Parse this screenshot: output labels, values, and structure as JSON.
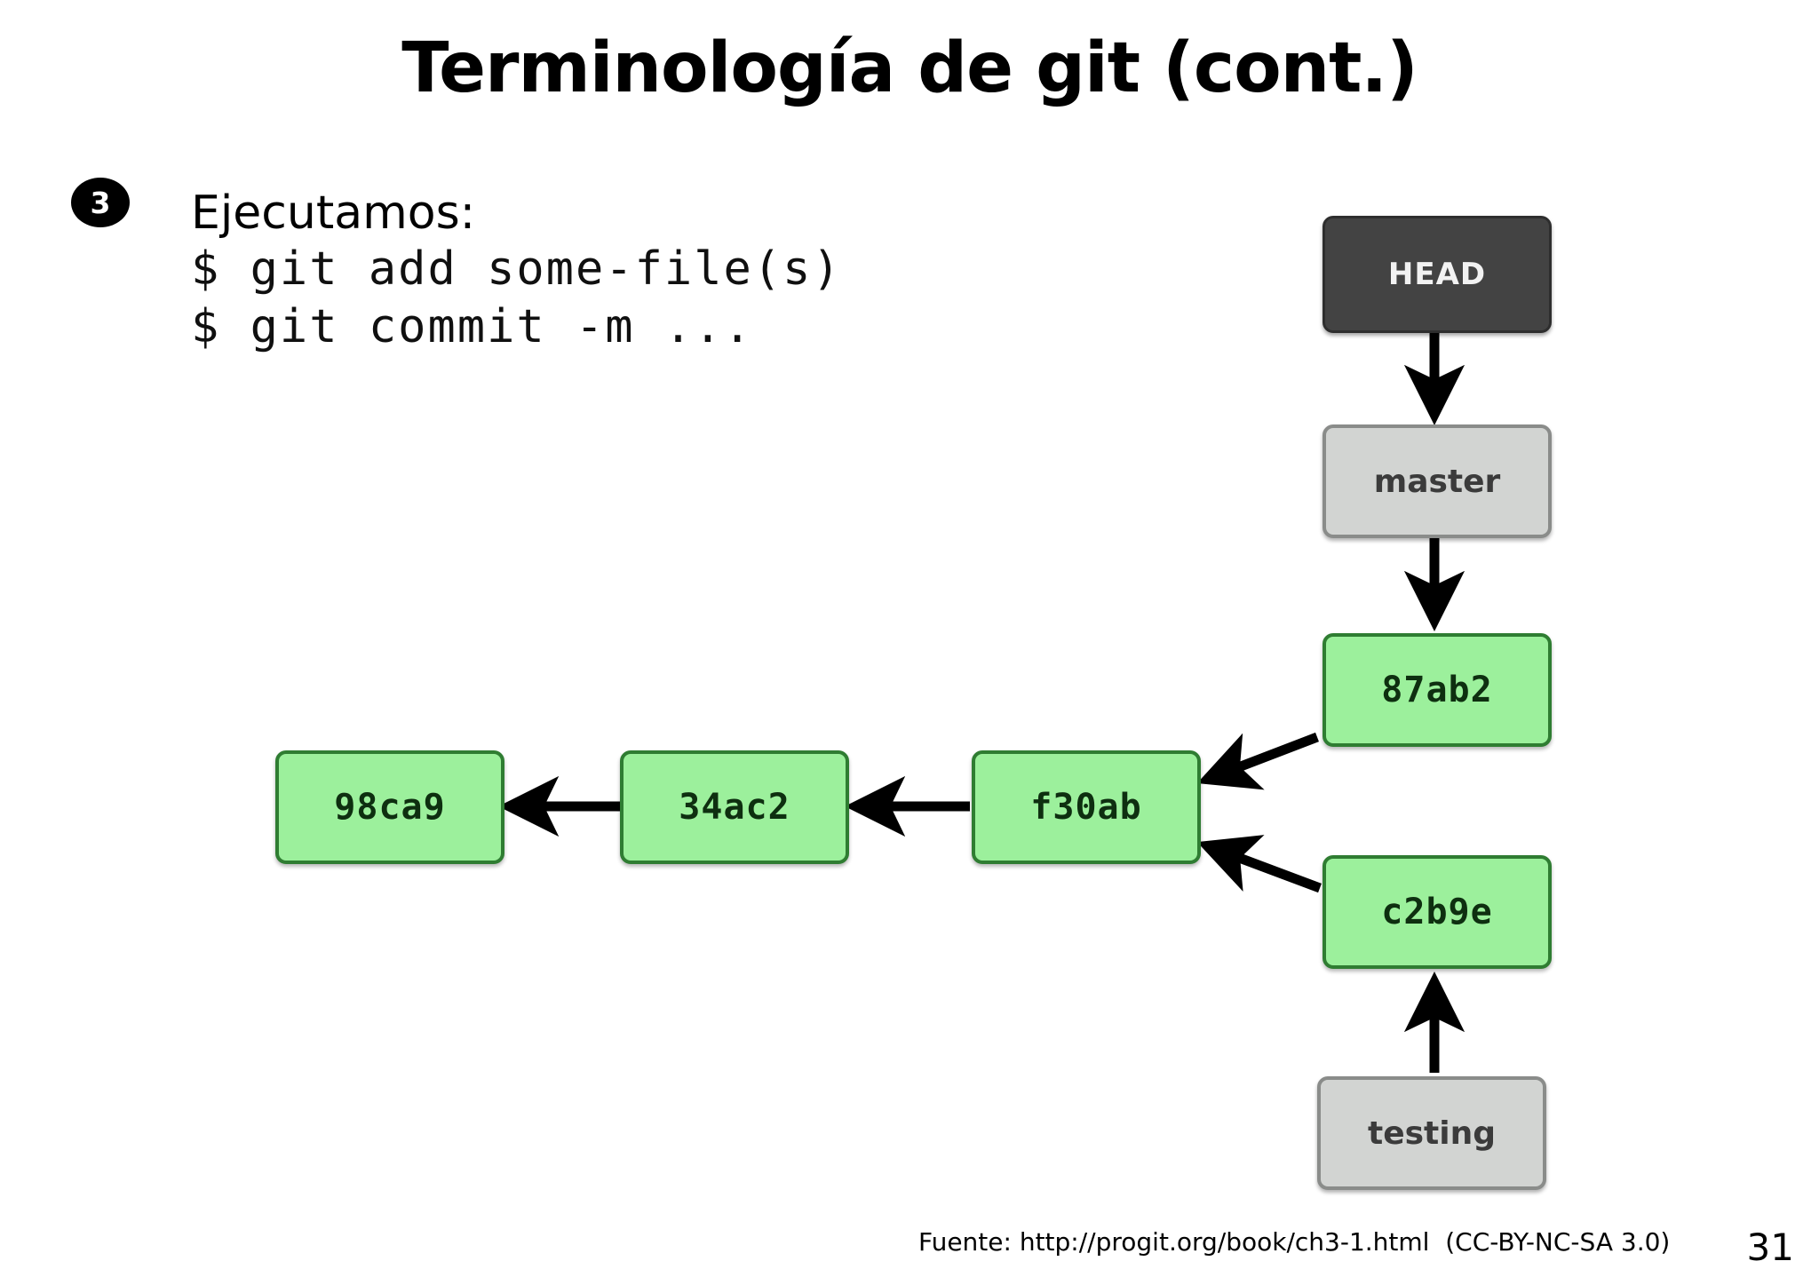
{
  "slide": {
    "title": "Terminología de git (cont.)",
    "page_number": "31",
    "background_color": "#ffffff"
  },
  "step": {
    "badge_number": "3",
    "lead_text": "Ejecutamos:",
    "commands": [
      "$ git add some-file(s)",
      "$ git commit -m ..."
    ]
  },
  "diagram": {
    "type": "git-branch-graph",
    "colors": {
      "head_fill": "#434343",
      "head_text": "#f2f2f2",
      "branch_fill": "#d2d4d2",
      "branch_border": "#8a8c8a",
      "branch_text": "#3b3b3b",
      "commit_fill": "#9cf09c",
      "commit_border": "#2f7d32",
      "commit_text": "#0e2f10",
      "arrow": "#000000"
    },
    "nodes": [
      {
        "id": "head",
        "label": "HEAD",
        "kind": "head"
      },
      {
        "id": "master",
        "label": "master",
        "kind": "branch"
      },
      {
        "id": "c87ab2",
        "label": "87ab2",
        "kind": "commit"
      },
      {
        "id": "c98ca9",
        "label": "98ca9",
        "kind": "commit"
      },
      {
        "id": "c34ac2",
        "label": "34ac2",
        "kind": "commit"
      },
      {
        "id": "cf30ab",
        "label": "f30ab",
        "kind": "commit"
      },
      {
        "id": "cc2b9e",
        "label": "c2b9e",
        "kind": "commit"
      },
      {
        "id": "testing",
        "label": "testing",
        "kind": "branch"
      }
    ],
    "edges": [
      {
        "from": "head",
        "to": "master"
      },
      {
        "from": "master",
        "to": "c87ab2"
      },
      {
        "from": "c87ab2",
        "to": "cf30ab"
      },
      {
        "from": "cc2b9e",
        "to": "cf30ab"
      },
      {
        "from": "cf30ab",
        "to": "c34ac2"
      },
      {
        "from": "c34ac2",
        "to": "c98ca9"
      },
      {
        "from": "testing",
        "to": "cc2b9e"
      }
    ]
  },
  "footer": {
    "source": "Fuente: http://progit.org/book/ch3-1.html  (CC-BY-NC-SA 3.0)"
  }
}
